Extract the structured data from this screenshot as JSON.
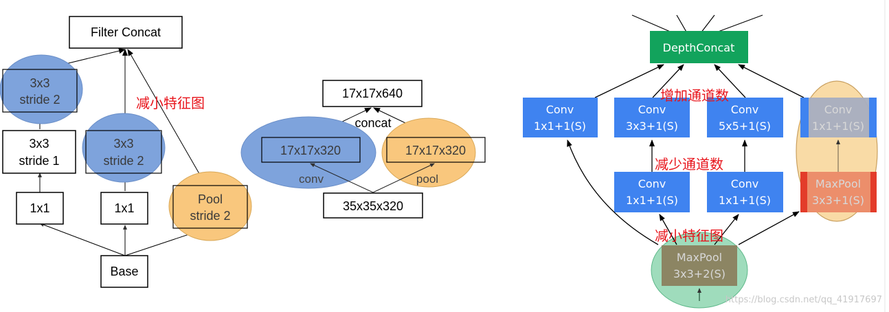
{
  "colors": {
    "blue_ellipse": "#7ea3dc",
    "orange_ellipse": "#f9c77d",
    "green_box": "#12a35c",
    "conv_blue": "#3f83f0",
    "red_text": "#e8141b",
    "green_ellipse": "#8fd9b5"
  },
  "left": {
    "filter_concat": "Filter Concat",
    "s2_line1": "3x3",
    "s2_line2": "stride 2",
    "s1_line1": "3x3",
    "s1_line2": "stride 1",
    "mid_line1": "3x3",
    "mid_line2": "stride 2",
    "pool_line1": "Pool",
    "pool_line2": "stride 2",
    "c1": "1x1",
    "c2": "1x1",
    "base": "Base",
    "annotation": "减小特征图"
  },
  "middle": {
    "top": "17x17x640",
    "concat": "concat",
    "left_box": "17x17x320",
    "right_box": "17x17x320",
    "conv": "conv",
    "pool": "pool",
    "bottom": "35x35x320"
  },
  "right": {
    "depth_concat": "DepthConcat",
    "ann_top": "增加通道数",
    "ann_mid": "减少通道数",
    "ann_bottom": "减小特征图",
    "conv_a1": "Conv",
    "conv_a2": "1x1+1(S)",
    "conv_b1": "Conv",
    "conv_b2": "3x3+1(S)",
    "conv_c1": "Conv",
    "conv_c2": "5x5+1(S)",
    "conv_d1": "Conv",
    "conv_d2": "1x1+1(S)",
    "conv_e1": "Conv",
    "conv_e2": "1x1+1(S)",
    "conv_f1": "Conv",
    "conv_f2": "1x1+1(S)",
    "maxpool_r1": "MaxPool",
    "maxpool_r2": "3x3+1(S)",
    "maxpool_b1": "MaxPool",
    "maxpool_b2": "3x3+2(S)"
  },
  "watermark": "https://blog.csdn.net/qq_41917697"
}
